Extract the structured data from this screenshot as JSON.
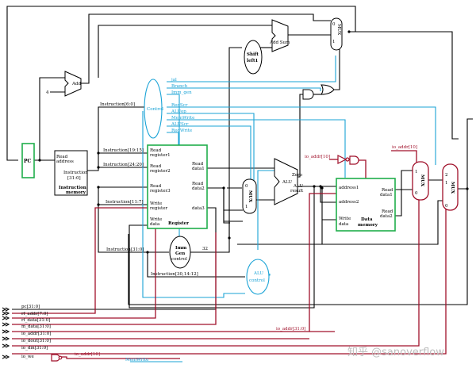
{
  "blocks": {
    "pc": "PC",
    "instr_mem": {
      "read_address_1": "Read",
      "read_address_2": "address",
      "instruction_1": "Instruction",
      "instruction_2": "[31:0]",
      "title_1": "Instruction",
      "title_2": "memory"
    },
    "add_pc": "Add",
    "const_four": "4",
    "add_sum": "Add Sum",
    "shift_left": {
      "line1": "Shift",
      "line2": "left1"
    },
    "control": "Control",
    "registers": {
      "read_reg1_a": "Read",
      "read_reg1_b": "register1",
      "read_reg2_a": "Read",
      "read_reg2_b": "register2",
      "read_reg3_a": "Read",
      "read_reg3_b": "register3",
      "write_reg_a": "Write",
      "write_reg_b": "register",
      "write_data_a": "Write",
      "write_data_b": "data",
      "read_data1_a": "Read",
      "read_data1_b": "data1",
      "read_data2_a": "Read",
      "read_data2_b": "data2",
      "read_data3": "data3",
      "title": "Register"
    },
    "imm_gen": {
      "line1": "Imm",
      "line2": "Gen",
      "line3": "control"
    },
    "alu": {
      "label": "ALU",
      "zero": "Zero",
      "result_1": "ALU",
      "result_2": "result"
    },
    "alu_control": {
      "line1": "ALU",
      "line2": "control"
    },
    "data_mem": {
      "address1": "address1",
      "address2": "address2",
      "write_data_a": "Write",
      "write_data_b": "data",
      "read_data1_a": "Read",
      "read_data1_b": "data1",
      "read_data2_a": "Read",
      "read_data2_b": "data2",
      "title_1": "Data",
      "title_2": "memory"
    },
    "mux_top": {
      "zero": "0",
      "letters": "MUX",
      "one": "1"
    },
    "mux_alu": {
      "zero": "0",
      "letters": "MUX",
      "one": "1"
    },
    "mux_io": {
      "one": "1",
      "letters": "MUX",
      "zero": "0"
    },
    "mux_wb": {
      "two": "2",
      "one": "1",
      "letters": "MUX",
      "zero": "0"
    }
  },
  "wires": {
    "instr_6_0": "Instruction[6:0]",
    "instr_19_15": "Instruction[19:15]",
    "instr_24_20": "Instruction[24:20]",
    "instr_11_7": "Instruction[11:7]",
    "instr_31_0": "Instruction[31:0]",
    "instr_30_14_12": "Instruction[30,14:12]",
    "width_32": "32",
    "io_addr_10_a": "io_addr[10]",
    "io_addr_10_b": "io_addr[10]",
    "io_addr_31_0": "io_addr[31:0]",
    "io_addr_10_c": "io_addr[10]",
    "memwrite_bottom": "MemWrite"
  },
  "control_signals": [
    "jal",
    "Branch",
    "Imm_gen",
    "RegScr",
    "ALUop",
    "MemWrite",
    "ALUScr",
    "RegWrite"
  ],
  "io_ports": [
    "pc[31:0]",
    "rf_addr[7:0]",
    "rf_data[31:0]",
    "m_data[31:0]",
    "io_addr[31:0]",
    "io_dout[31:0]",
    "io_din[31:0]",
    "io_we"
  ],
  "watermark": "知乎 @sanoverflow",
  "colors": {
    "black": "#000000",
    "blue": "#1aa3d6",
    "red": "#a0102a",
    "green": "#1fae4b"
  }
}
